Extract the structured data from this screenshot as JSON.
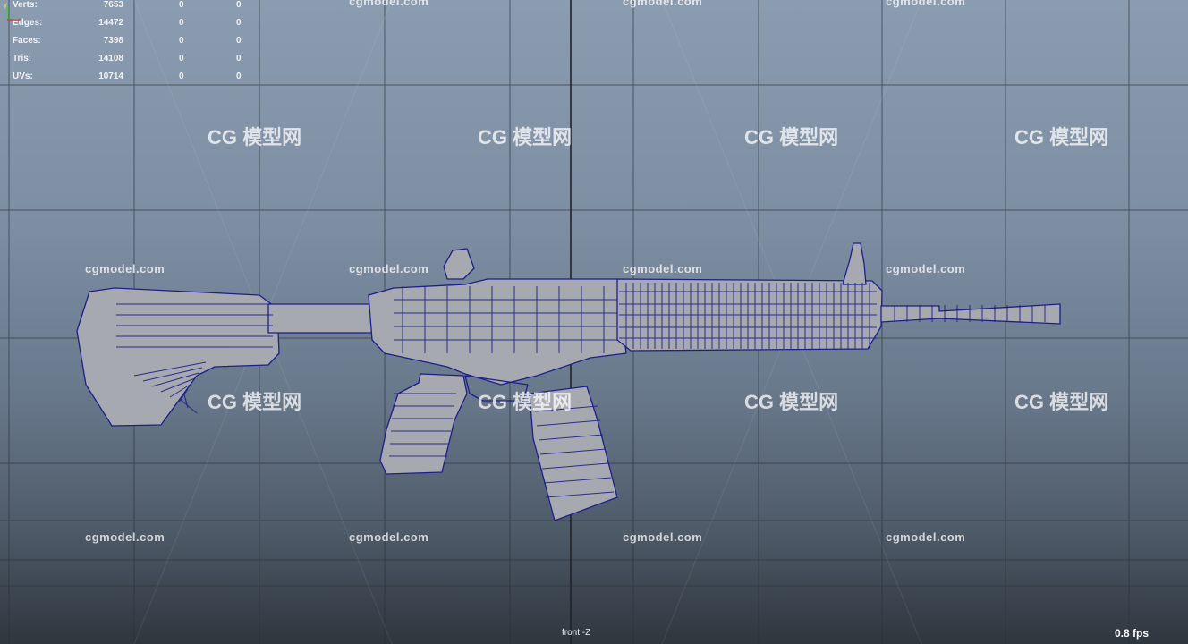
{
  "hud": {
    "rows": [
      {
        "label": "Verts:",
        "v1": "7653",
        "v2": "0",
        "v3": "0"
      },
      {
        "label": "Edges:",
        "v1": "14472",
        "v2": "0",
        "v3": "0"
      },
      {
        "label": "Faces:",
        "v1": "7398",
        "v2": "0",
        "v3": "0"
      },
      {
        "label": "Tris:",
        "v1": "14108",
        "v2": "0",
        "v3": "0"
      },
      {
        "label": "UVs:",
        "v1": "10714",
        "v2": "0",
        "v3": "0"
      }
    ]
  },
  "watermark": {
    "site": "cgmodel.com",
    "logo": "模型网",
    "logo_mark": "CG"
  },
  "viewport": {
    "camera": "front -Z",
    "fps": "0.8 fps",
    "axis_y": "y"
  },
  "colors": {
    "wire": "#1c1f8a",
    "mesh_fill": "#a7a9b0",
    "grid": "#2a2f36"
  }
}
